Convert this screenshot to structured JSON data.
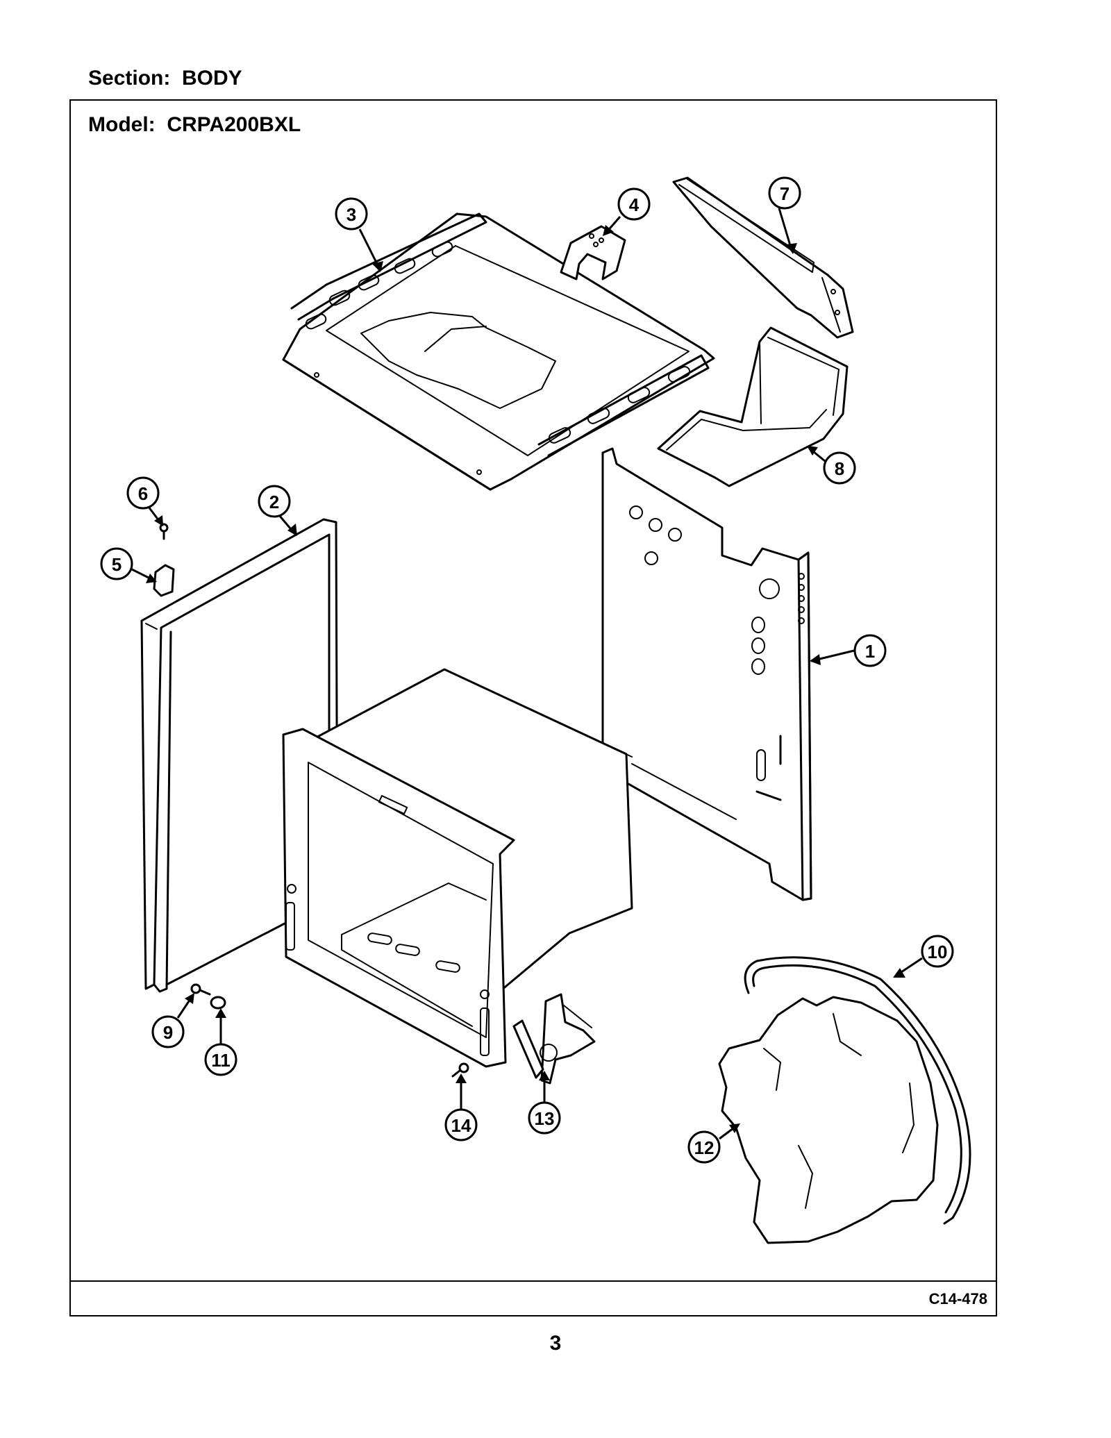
{
  "section_title": "Section:  BODY",
  "model_title": "Model:  CRPA200BXL",
  "diagram_code": "C14-478",
  "page_number": "3",
  "callouts": [
    "1",
    "2",
    "3",
    "4",
    "5",
    "6",
    "7",
    "8",
    "9",
    "10",
    "11",
    "12",
    "13",
    "14"
  ]
}
